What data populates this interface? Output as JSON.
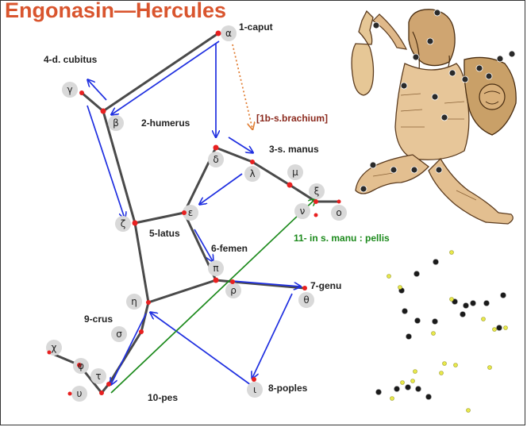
{
  "title": "Engonasin—Hercules",
  "colors": {
    "title": "#d9552e",
    "skeleton": "#4a4a4a",
    "path_arrows": "#1f2fe0",
    "brachium_arrow": "#e07a2e",
    "pellis_arrow": "#1c8a1c",
    "star_dot": "#e82020",
    "badge": "#d9d9d9"
  },
  "labels": {
    "caput": "1-caput",
    "brachium": "[1b-s.brachium]",
    "cubitus": "4-d. cubitus",
    "humerus": "2-humerus",
    "manus": "3-s. manus",
    "latus": "5-latus",
    "femen": "6-femen",
    "pellis": "11- in s. manu : pellis",
    "genu": "7-genu",
    "crus": "9-crus",
    "poples": "8-poples",
    "pes": "10-pes"
  },
  "stars": {
    "alpha": "α",
    "beta": "β",
    "gamma": "γ",
    "delta": "δ",
    "epsilon": "ε",
    "zeta": "ζ",
    "eta": "η",
    "lambda": "λ",
    "mu": "μ",
    "xi": "ξ",
    "nu": "ν",
    "omicron": "ο",
    "pi": "π",
    "rho": "ρ",
    "theta": "θ",
    "iota": "ι",
    "sigma": "σ",
    "tau": "τ",
    "upsilon": "υ",
    "phi": "φ",
    "chi": "χ"
  },
  "images": {
    "hercules_figure": "woodcut-hercules-figure",
    "star_field": "star-field"
  }
}
